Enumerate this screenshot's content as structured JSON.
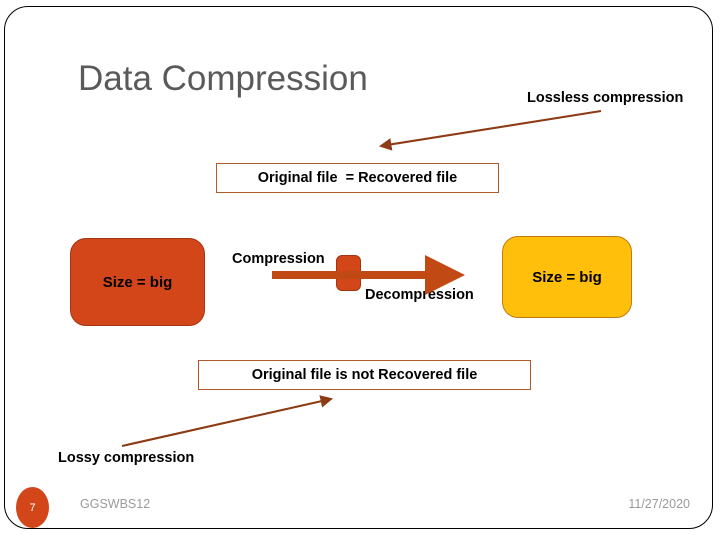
{
  "slide": {
    "title": "Data Compression",
    "title_color": "#5a5a5a",
    "background_color": "#ffffff",
    "border_color": "#000000"
  },
  "labels": {
    "lossless": "Lossless compression",
    "lossy": "Lossy compression",
    "compression": "Compression",
    "decompression": "Decompression"
  },
  "text_boxes": {
    "equal": "Original file  = Recovered file",
    "not_equal": "Original file is not Recovered file",
    "border_color": "#B15A28"
  },
  "boxes": {
    "left": {
      "label": "Size = big",
      "fill": "#D2461A",
      "stroke": "#A23612"
    },
    "right": {
      "label": "Size = big",
      "fill": "#FFBF0B",
      "stroke": "#C07A10"
    },
    "middle_block": {
      "fill": "#D2461A",
      "stroke": "#A23612"
    }
  },
  "arrows": {
    "color_thin": "#8C3B14",
    "color_thick": "#C14A14"
  },
  "footer": {
    "slide_number": "7",
    "name": "GGSWBS12",
    "date": "11/27/2020",
    "bubble_color": "#D2461A",
    "text_color": "#9a9a9a"
  }
}
